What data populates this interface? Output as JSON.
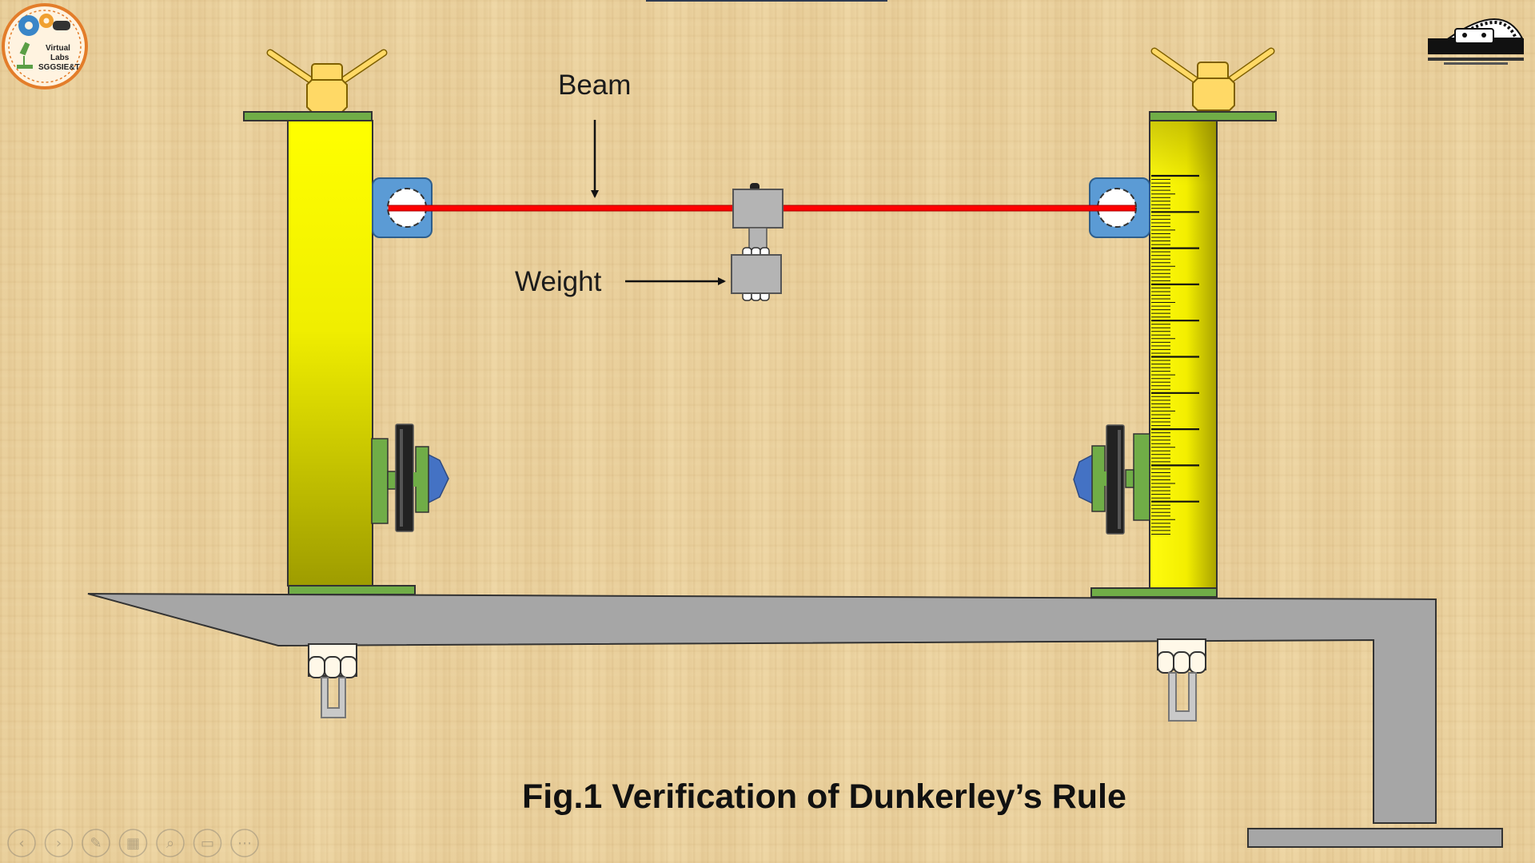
{
  "labels": {
    "beam": "Beam",
    "weight": "Weight",
    "caption": "Fig.1 Verification of Dunkerley’s Rule"
  },
  "logo_left": {
    "line1": "Virtual",
    "line2": "Labs",
    "line3": "SGGSIE&T"
  },
  "logo_right": {
    "icon": "institute-emblem-icon"
  },
  "colors": {
    "column_yellow": "#ffff00",
    "column_dark": "#9e9c00",
    "plate_green": "#70ad47",
    "bracket_blue": "#5b9bd5",
    "beam_red": "#ff0000",
    "frame_gray": "#a6a6a6",
    "weight_gray": "#b4b4b4",
    "clamp_gold": "#ffd966"
  },
  "slideshow_controls": [
    {
      "name": "previous-slide-button",
      "icon": "arrow-left-icon"
    },
    {
      "name": "next-slide-button",
      "icon": "arrow-right-icon"
    },
    {
      "name": "pen-tool-button",
      "icon": "pen-icon"
    },
    {
      "name": "view-slides-button",
      "icon": "grid-icon"
    },
    {
      "name": "zoom-button",
      "icon": "zoom-icon"
    },
    {
      "name": "subtitles-button",
      "icon": "screen-icon"
    },
    {
      "name": "more-options-button",
      "icon": "more-icon"
    }
  ]
}
